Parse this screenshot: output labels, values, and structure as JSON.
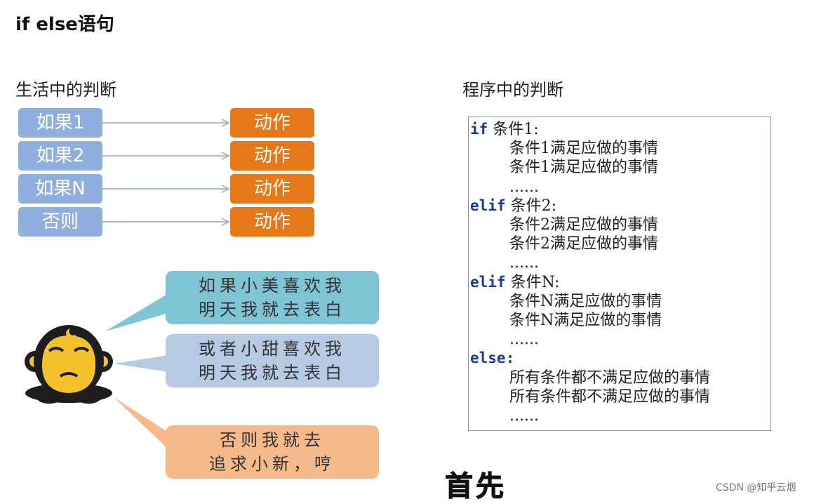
{
  "title": "if else语句",
  "left": {
    "heading": "生活中的判断",
    "conditions": [
      "如果1",
      "如果2",
      "如果N",
      "否则"
    ],
    "action_label": "动作",
    "bubbles": [
      {
        "line1": "如果小美喜欢我",
        "line2": "明天我就去表白",
        "color": "#7fc5d6"
      },
      {
        "line1": "或者小甜喜欢我",
        "line2": "明天我就去表白",
        "color": "#b7cae3"
      },
      {
        "line1": "否则我就去",
        "line2": "追求小新，哼",
        "color": "#f6b98a"
      }
    ]
  },
  "right": {
    "heading": "程序中的判断",
    "code": [
      {
        "kw": "if",
        "text": " 条件1:",
        "indent": false
      },
      {
        "kw": "",
        "text": "条件1满足应做的事情",
        "indent": true
      },
      {
        "kw": "",
        "text": "条件1满足应做的事情",
        "indent": true
      },
      {
        "kw": "",
        "text": "......",
        "indent": true
      },
      {
        "kw": "elif",
        "text": " 条件2:",
        "indent": false
      },
      {
        "kw": "",
        "text": "条件2满足应做的事情",
        "indent": true
      },
      {
        "kw": "",
        "text": "条件2满足应做的事情",
        "indent": true
      },
      {
        "kw": "",
        "text": "......",
        "indent": true
      },
      {
        "kw": "elif",
        "text": " 条件N:",
        "indent": false
      },
      {
        "kw": "",
        "text": "条件N满足应做的事情",
        "indent": true
      },
      {
        "kw": "",
        "text": "条件N满足应做的事情",
        "indent": true
      },
      {
        "kw": "",
        "text": "......",
        "indent": true
      },
      {
        "kw": "else:",
        "text": "",
        "indent": false
      },
      {
        "kw": "",
        "text": "所有条件都不满足应做的事情",
        "indent": true
      },
      {
        "kw": "",
        "text": "所有条件都不满足应做的事情",
        "indent": true
      },
      {
        "kw": "",
        "text": "......",
        "indent": true
      }
    ]
  },
  "caption": "首先",
  "watermark": "CSDN @知乎云烟",
  "colors": {
    "condition_box": "#8fb0de",
    "action_box": "#e67817",
    "keyword": "#1a3a9a"
  },
  "icons": {
    "mascot": "monkey-mascot-icon"
  }
}
